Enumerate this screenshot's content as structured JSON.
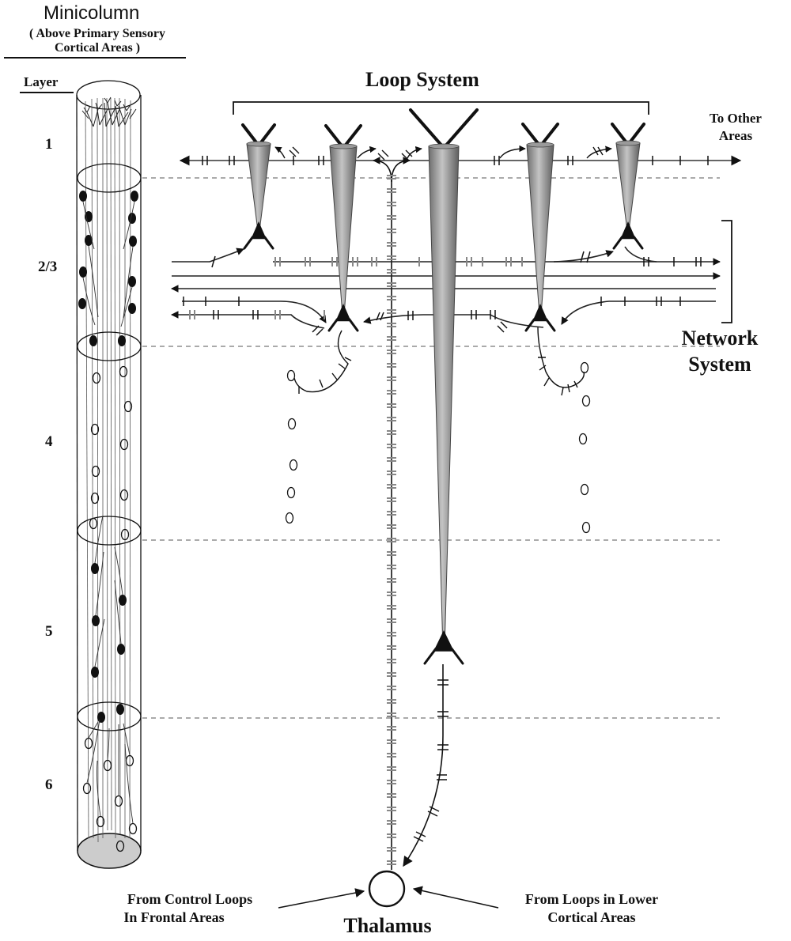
{
  "minicolumn": {
    "title": "Minicolumn",
    "subtitle_line1": "( Above Primary Sensory",
    "subtitle_line2": "Cortical Areas )",
    "layer_header": "Layer"
  },
  "layers": [
    "1",
    "2/3",
    "4",
    "5",
    "6"
  ],
  "loop_system": {
    "title": "Loop System"
  },
  "to_other_areas": {
    "line1": "To Other",
    "line2": "Areas"
  },
  "network_system": {
    "line1": "Network",
    "line2": "System"
  },
  "thalamus": {
    "label": "Thalamus"
  },
  "inputs": {
    "left_line1": "From Control Loops",
    "left_line2": "In Frontal Areas",
    "right_line1": "From Loops in Lower",
    "right_line2": "Cortical Areas"
  },
  "colors": {
    "ink": "#111111",
    "dendrite_gray": "#8a8a8a",
    "column_bottom": "#cccccc",
    "boundary_dash": "#777777"
  }
}
